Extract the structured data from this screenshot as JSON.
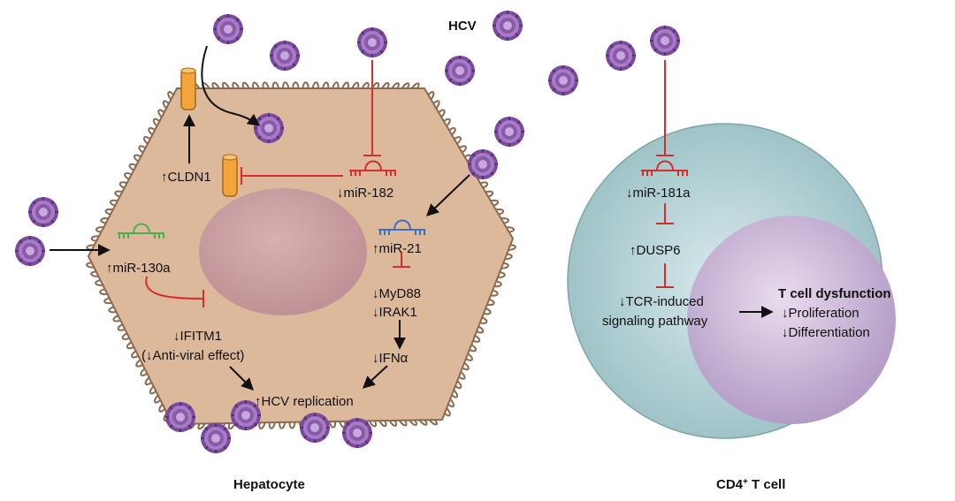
{
  "labels": {
    "hcv": "HCV",
    "hepatocyte": "Hepatocyte",
    "cd4": "CD4",
    "cd4_sup": "+",
    "cd4_suffix": " T cell",
    "cldn1": "CLDN1",
    "mir182": "miR-182",
    "mir21": "miR-21",
    "mir130a": "miR-130a",
    "myd88": "MyD88",
    "irak1": "IRAK1",
    "ifna": "IFNα",
    "ifitm1": "IFITM1",
    "antiviral": "Anti-viral effect)",
    "antiviral_open": "(",
    "hcv_replication": "HCV replication",
    "mir181a": "miR-181a",
    "dusp6": "DUSP6",
    "tcr_line1": "TCR-induced",
    "tcr_line2": "signaling pathway",
    "tcell_dysfunction": "T cell dysfunction",
    "proliferation": "Proliferation",
    "differentiation": "Differentiation"
  },
  "regulation": {
    "cldn1": "up",
    "mir182": "down",
    "mir21": "up",
    "mir130a": "up",
    "myd88": "down",
    "irak1": "down",
    "ifna": "down",
    "ifitm1": "down",
    "antiviral": "down",
    "hcv_replication": "up",
    "mir181a": "down",
    "dusp6": "up",
    "tcr": "down",
    "proliferation": "down",
    "differentiation": "down"
  },
  "colors": {
    "cell_fill": "#dcb99a",
    "cell_stroke": "#8a6a50",
    "nucleus": "#c9a0a3",
    "virus": "#8a5aa8",
    "inhibit_red": "#d32f2f",
    "mir130a_green": "#4caf50",
    "mir21_blue": "#3f6fbf",
    "tcell_outer": "#b8d6da",
    "tcell_nucleus": "#cbb8d6",
    "cldn1_orange": "#f3a43b"
  }
}
